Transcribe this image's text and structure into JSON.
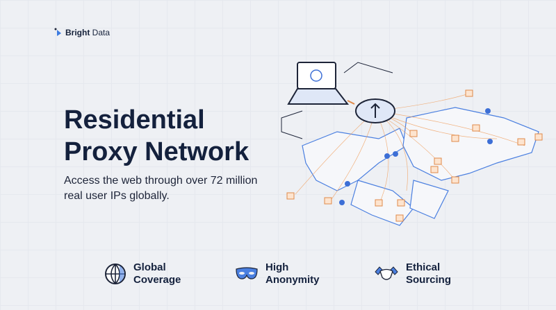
{
  "brand": {
    "name_bold": "Bright",
    "name_rest": " Data"
  },
  "hero": {
    "title_line1": "Residential",
    "title_line2": "Proxy Network",
    "subtitle": "Access the web through over 72 million real user IPs globally."
  },
  "features": [
    {
      "icon": "globe-icon",
      "line1": "Global",
      "line2": "Coverage"
    },
    {
      "icon": "mask-icon",
      "line1": "High",
      "line2": "Anonymity"
    },
    {
      "icon": "handshake-icon",
      "line1": "Ethical",
      "line2": "Sourcing"
    }
  ],
  "colors": {
    "accent": "#4a7fe0",
    "navy": "#14213d",
    "orange": "#f0a060"
  }
}
